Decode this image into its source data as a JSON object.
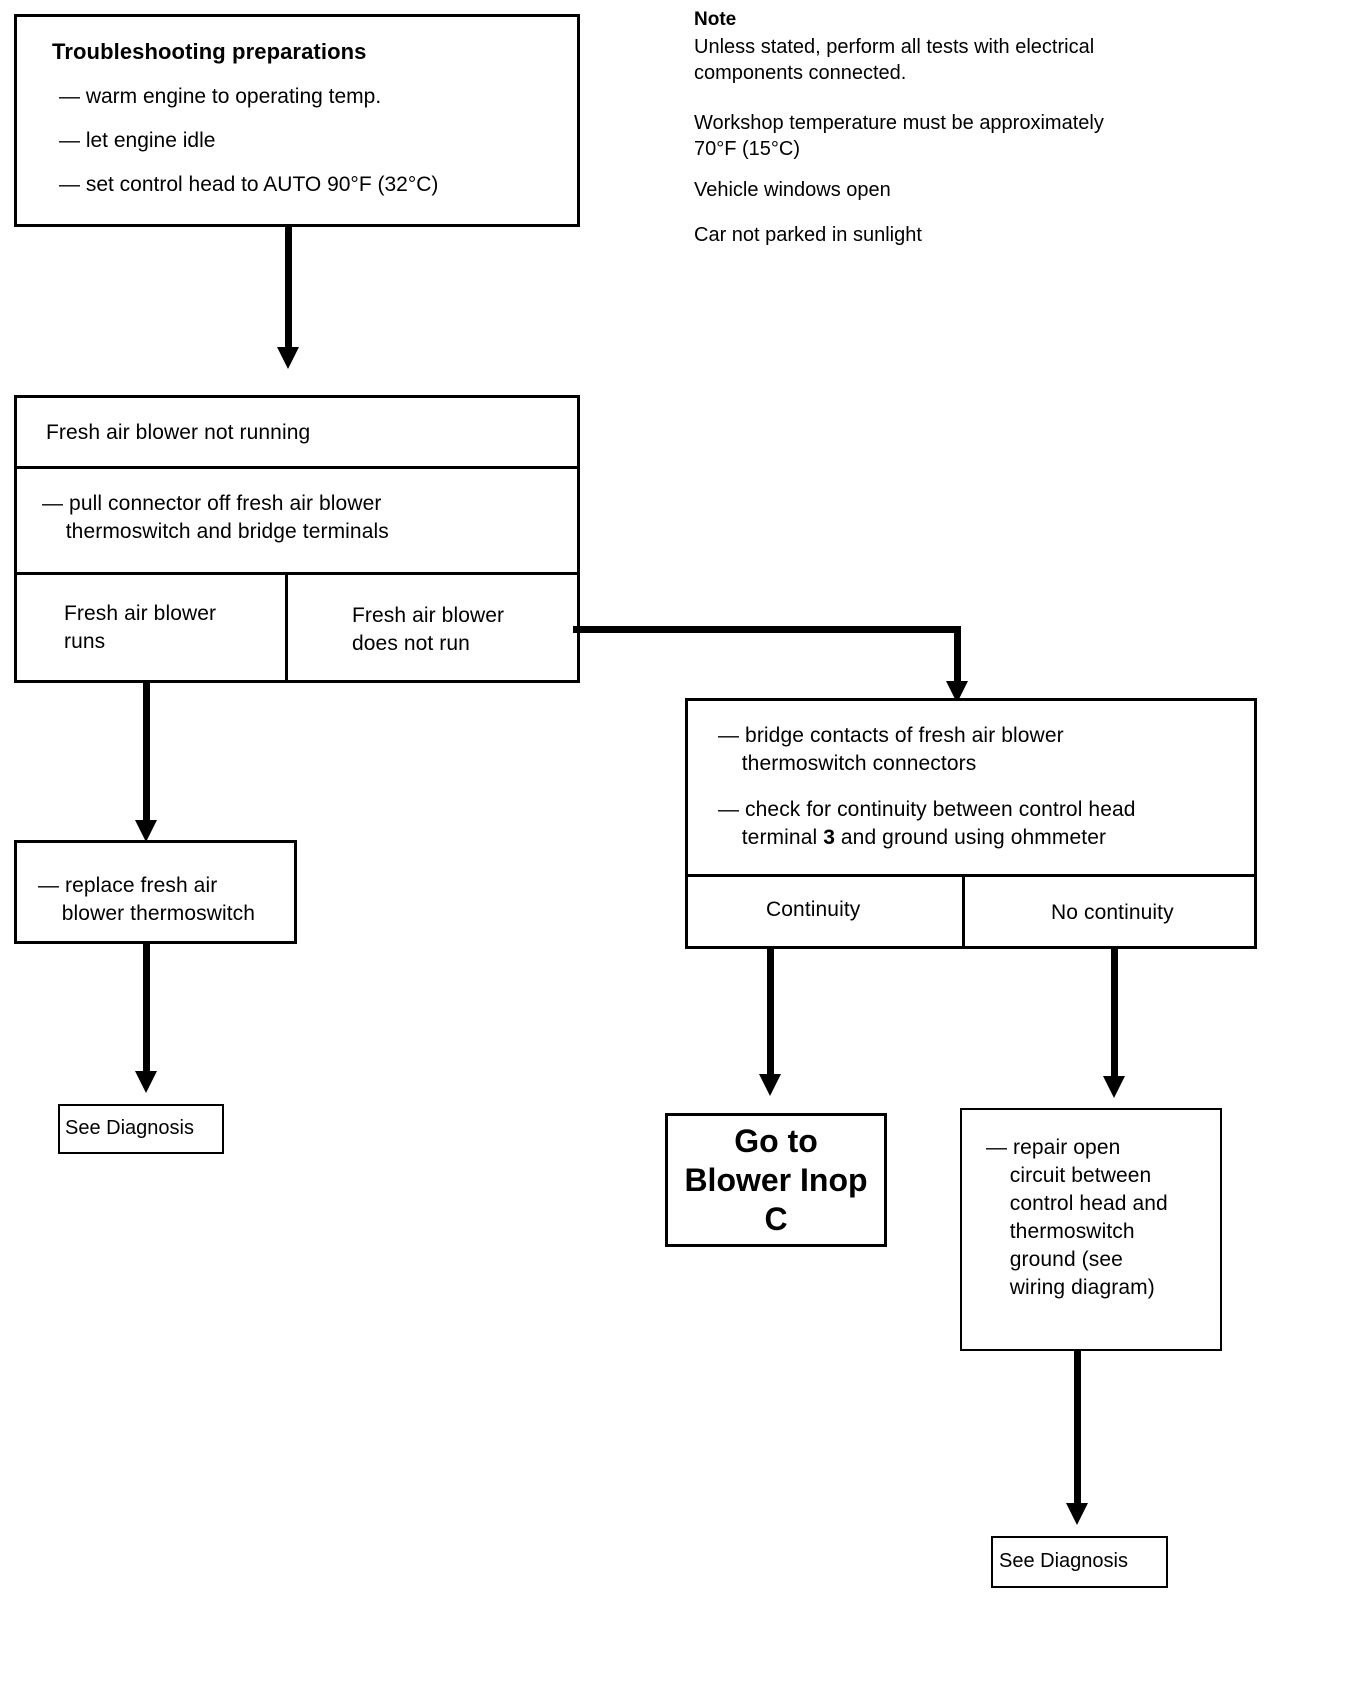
{
  "document": {
    "type": "troubleshooting-flowchart",
    "subject": "Fresh air blower not running"
  },
  "prep_box": {
    "title": "Troubleshooting preparations",
    "items": [
      "— warm engine to operating temp.",
      "— let engine idle",
      "— set control head to AUTO 90°F (32°C)"
    ]
  },
  "note": {
    "heading": "Note",
    "paragraphs": [
      "Unless stated, perform all tests with electrical\ncomponents connected.",
      "Workshop temperature must be approximately\n70°F (15°C)",
      "Vehicle windows open",
      "Car not parked in sunlight"
    ]
  },
  "symptom_box": {
    "header": "Fresh air blower not running",
    "action": "— pull connector off fresh air blower\n    thermoswitch and bridge terminals",
    "outcome_left": "Fresh air blower\nruns",
    "outcome_right": "Fresh air blower\ndoes not run"
  },
  "replace_box": {
    "text": "— replace fresh air\n    blower thermoswitch"
  },
  "see_diagnosis_left": {
    "label": "See Diagnosis"
  },
  "check_box": {
    "item1": "— bridge contacts of fresh air blower\n    thermoswitch connectors",
    "item2_a": "— check for continuity between control head\n    terminal ",
    "item2_bold": "3",
    "item2_b": " and ground using ohmmeter",
    "result_left": "Continuity",
    "result_right": "No continuity"
  },
  "goto_box": {
    "line1": "Go to",
    "line2": "Blower Inop",
    "line3": "C"
  },
  "repair_box": {
    "text": "— repair open\n    circuit between\n    control head and\n    thermoswitch\n    ground (see\n    wiring diagram)"
  },
  "see_diagnosis_right": {
    "label": "See Diagnosis"
  },
  "colors": {
    "ink": "#000000",
    "paper": "#ffffff"
  }
}
